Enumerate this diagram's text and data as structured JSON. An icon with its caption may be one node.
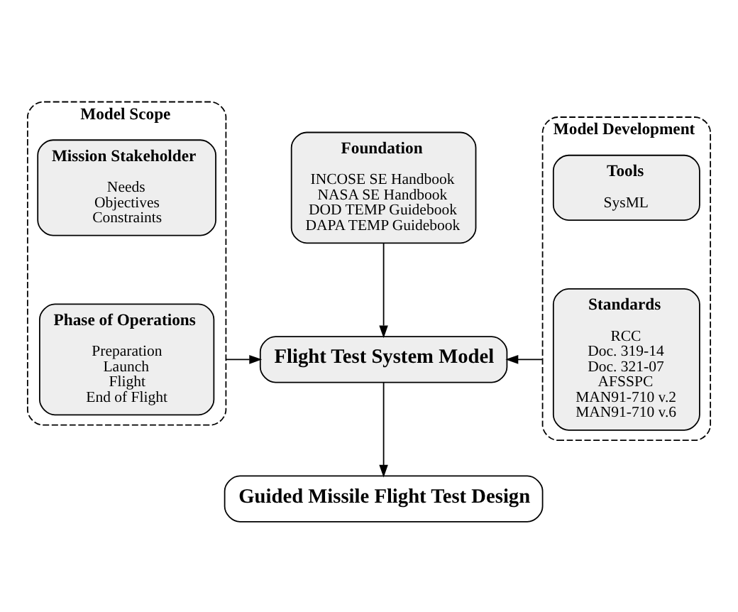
{
  "diagram": {
    "nodes": [
      {
        "text": [
          "Model Scope"
        ]
      },
      {
        "text": [
          "Mission Stakeholder",
          "Needs",
          "Objectives",
          "Constraints"
        ],
        "in": 0
      },
      {
        "text": [
          "Phase of Operations",
          "Preparation",
          "Launch",
          "Flight",
          "End of Flight"
        ],
        "in": 0
      },
      {
        "text": [
          "Foundation",
          "INCOSE SE Handbook",
          "NASA SE Handbook",
          "DOD TEMP Guidebook",
          "DAPA TEMP Guidebook"
        ]
      },
      {
        "text": [
          "Flight Test System Model"
        ]
      },
      {
        "text": [
          "Model Development"
        ]
      },
      {
        "text": [
          "Tools",
          "SysML"
        ],
        "in": 5
      },
      {
        "text": [
          "Standards",
          "RCC",
          "Doc. 319-14",
          "Doc. 321-07",
          "AFSSPC",
          "MAN91-710 v.2",
          "MAN91-710 v.6"
        ],
        "in": 5
      },
      {
        "text": [
          "Guided Missile Flight Test Design"
        ]
      }
    ],
    "edges": [
      {
        "from": 0,
        "to": 4,
        "arrow": "to"
      },
      {
        "from": 3,
        "to": 4,
        "arrow": "to"
      },
      {
        "from": 5,
        "to": 4,
        "arrow": "to"
      },
      {
        "from": 4,
        "to": 8,
        "arrow": "to"
      }
    ]
  }
}
